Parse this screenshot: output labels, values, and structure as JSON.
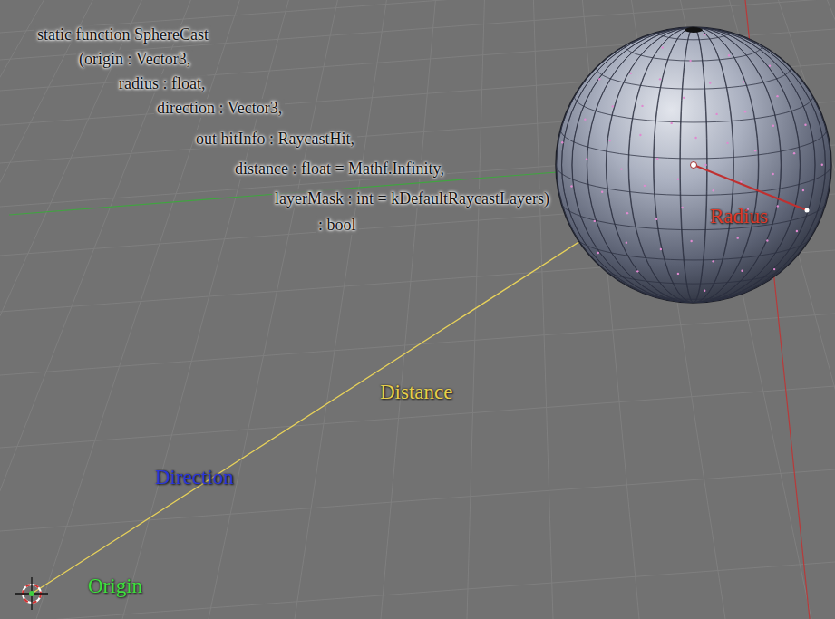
{
  "diagram": {
    "labels": [
      "static function SphereCast",
      "(origin : Vector3,",
      "radius : float,",
      "direction : Vector3,",
      "out hitInfo : RaycastHit,",
      "distance : float = Mathf.Infinity,",
      "layerMask : int = kDefaultRaycastLayers)",
      ": bool",
      "Radius",
      "Distance",
      "Direction",
      "Origin"
    ]
  }
}
